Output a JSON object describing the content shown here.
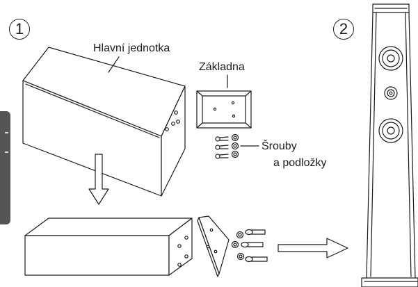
{
  "steps": {
    "step1": "1",
    "step2": "2"
  },
  "labels": {
    "main_unit": "Hlavní jednotka",
    "base": "Základna",
    "screws_line1": "Šrouby",
    "screws_line2": "a podložky"
  },
  "colors": {
    "stroke": "#1a1a1a",
    "fill": "#ffffff",
    "tab": "#555555"
  }
}
